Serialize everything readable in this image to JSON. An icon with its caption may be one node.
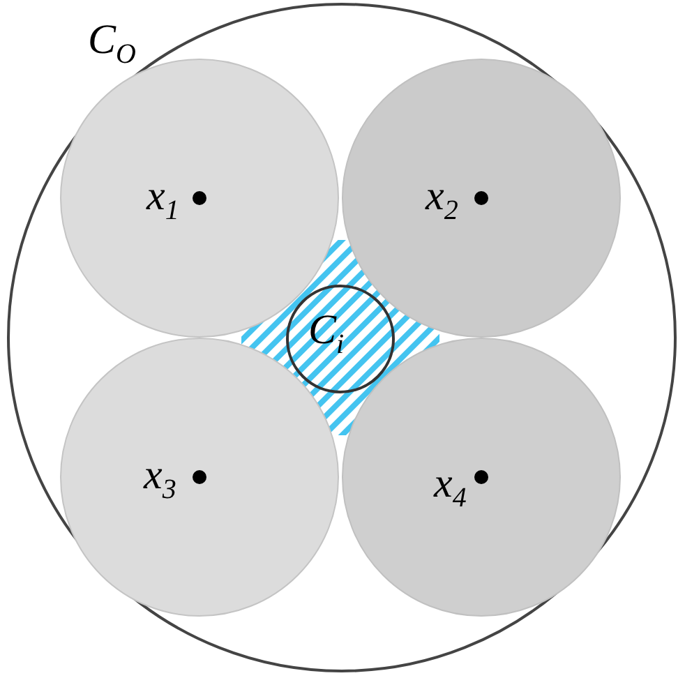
{
  "diagram": {
    "nodes": [
      {
        "text": [
          "C$_{O}$"
        ]
      },
      {
        "text": [
          "x$_{1}$"
        ],
        "in": 0
      },
      {
        "text": [
          "x$_{2}$"
        ],
        "in": 0
      },
      {
        "text": [
          "x$_{3}$"
        ],
        "in": 0
      },
      {
        "text": [
          "x$_{4}$"
        ],
        "in": 0
      },
      {
        "text": [
          "C$_{i}$"
        ],
        "in": 0
      }
    ],
    "edges": []
  }
}
